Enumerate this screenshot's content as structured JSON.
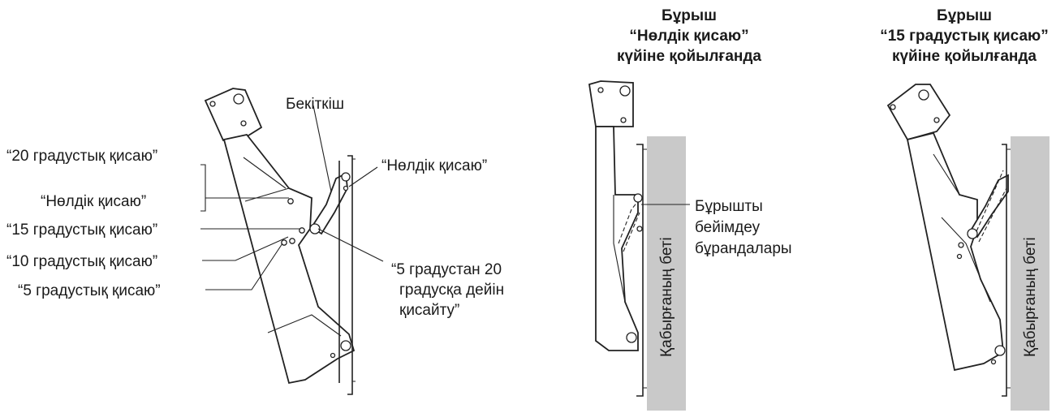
{
  "left": {
    "latch": "Бекіткіш",
    "zero_tilt": "“Нөлдік қисаю”",
    "tilt_20": "“20 градустық қисаю”",
    "tilt_0": "“Нөлдік қисаю”",
    "tilt_15": "“15 градустық қисаю”",
    "tilt_10": "“10 градустық қисаю”",
    "tilt_5": "“5 градустық қисаю”",
    "range_line1": "“5 градустан 20",
    "range_line2": "градусқа дейін",
    "range_line3": "қисайту”"
  },
  "middle": {
    "heading_line1": "Бұрыш",
    "heading_line2": "“Нөлдік қисаю”",
    "heading_line3": "күйіне қойылғанда",
    "screws_line1": "Бұрышты",
    "screws_line2": "бейімдеу",
    "screws_line3": "бұрандалары",
    "wall_label": "Қабырғаның беті"
  },
  "right": {
    "heading_line1": "Бұрыш",
    "heading_line2": "“15 градустық қисаю”",
    "heading_line3": "күйіне қойылғанда",
    "wall_label": "Қабырғаның беті"
  },
  "colors": {
    "wall": "#c9c9c9",
    "line": "#222222"
  }
}
